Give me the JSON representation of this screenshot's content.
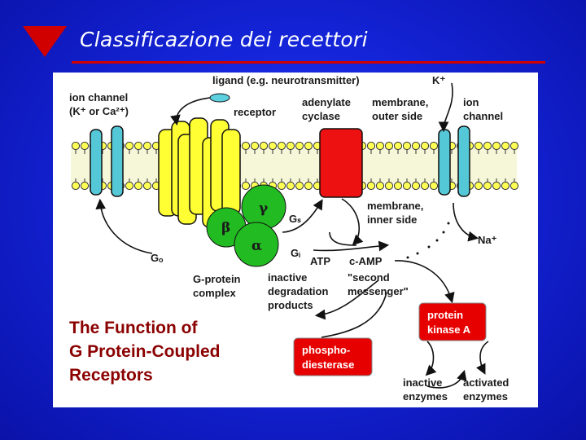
{
  "slide": {
    "title": "Classificazione dei recettori",
    "colors": {
      "background": "#1424d8",
      "title": "#ffffff",
      "rule": "#d10000",
      "bullet": "#d10000"
    }
  },
  "diagram": {
    "labels": {
      "ligand": "ligand (e.g. neurotransmitter)",
      "k_plus": "K⁺",
      "ion_channel_left_1": "ion channel",
      "ion_channel_left_2": "(K⁺ or Ca²⁺)",
      "receptor": "receptor",
      "adenylate_1": "adenylate",
      "adenylate_2": "cyclase",
      "membrane_outer_1": "membrane,",
      "membrane_outer_2": "outer side",
      "ion_channel_right_1": "ion",
      "ion_channel_right_2": "channel",
      "gamma": "γ",
      "beta": "β",
      "alpha": "α",
      "gs": "Gₛ",
      "gi": "Gᵢ",
      "go": "Gₒ",
      "membrane_inner_1": "membrane,",
      "membrane_inner_2": "inner side",
      "na_plus": "Na⁺",
      "atp": "ATP",
      "camp": "c-AMP",
      "gprotein_1": "G-protein",
      "gprotein_2": "complex",
      "inactive_1": "inactive",
      "inactive_2": "degradation",
      "inactive_3": "products",
      "second_1": "\"second",
      "second_2": "messenger\"",
      "pka_1": "protein",
      "pka_2": "kinase A",
      "pde_1": "phospho-",
      "pde_2": "diesterase",
      "inactive_enz_1": "inactive",
      "inactive_enz_2": "enzymes",
      "activated_1": "activated",
      "activated_2": "enzymes",
      "function_1": "The Function of",
      "function_2": "G Protein-Coupled",
      "function_3": "Receptors"
    },
    "colors": {
      "receptor": "#ffff33",
      "ion_channel": "#55c8d8",
      "adenylate_cyclase": "#ee1111",
      "g_protein": "#22bb22",
      "ligand": "#5dd0e0",
      "lipid_head": "#ffff55",
      "enzyme_box": "#e60000",
      "heading_text": "#8b0000"
    }
  }
}
